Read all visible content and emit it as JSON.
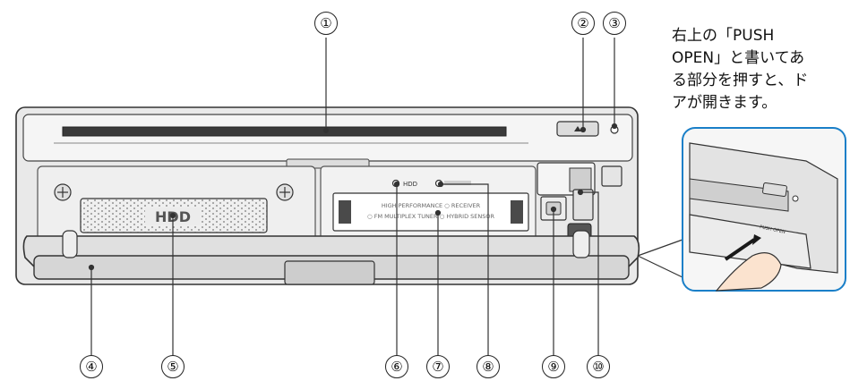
{
  "callouts": [
    "①",
    "②",
    "③",
    "④",
    "⑤",
    "⑥",
    "⑦",
    "⑧",
    "⑨",
    "⑩"
  ],
  "note": {
    "line1": "右上の「PUSH",
    "line2": "OPEN」と書いてあ",
    "line3": "る部分を押すと、ド",
    "line4": "アが開きます。"
  },
  "panel": {
    "hdd_plate": "HDD",
    "hdd_indicator": "HDD",
    "receiver_line1": "HIGH PERFORMANCE ○ RECEIVER",
    "receiver_line2": "○ FM MULTIPLEX TUNER ○ HYBRID SENSOR"
  },
  "inset": {
    "push_open": "PUSH OPEN"
  },
  "colors": {
    "line": "#333333",
    "panel_fill": "#f2f2f2",
    "panel_shade": "#d9d9d9",
    "inset_border": "#1a7fc8"
  }
}
